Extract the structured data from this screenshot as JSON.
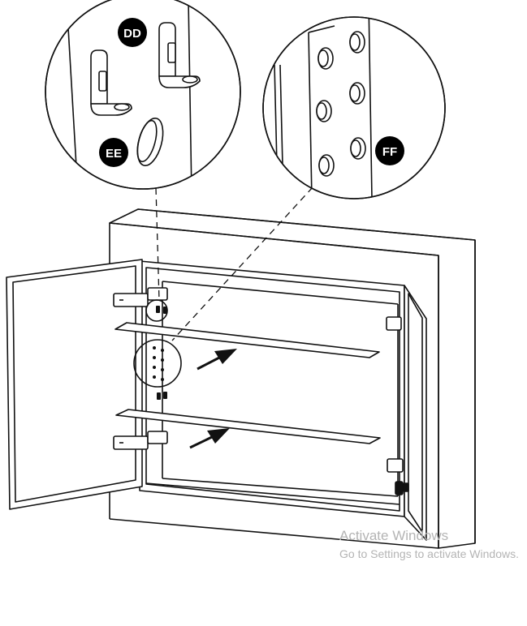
{
  "callouts": {
    "dd": "DD",
    "ee": "EE",
    "ff": "FF"
  },
  "watermark": {
    "title": "Activate Windows",
    "subtitle": "Go to Settings to activate Windows."
  }
}
